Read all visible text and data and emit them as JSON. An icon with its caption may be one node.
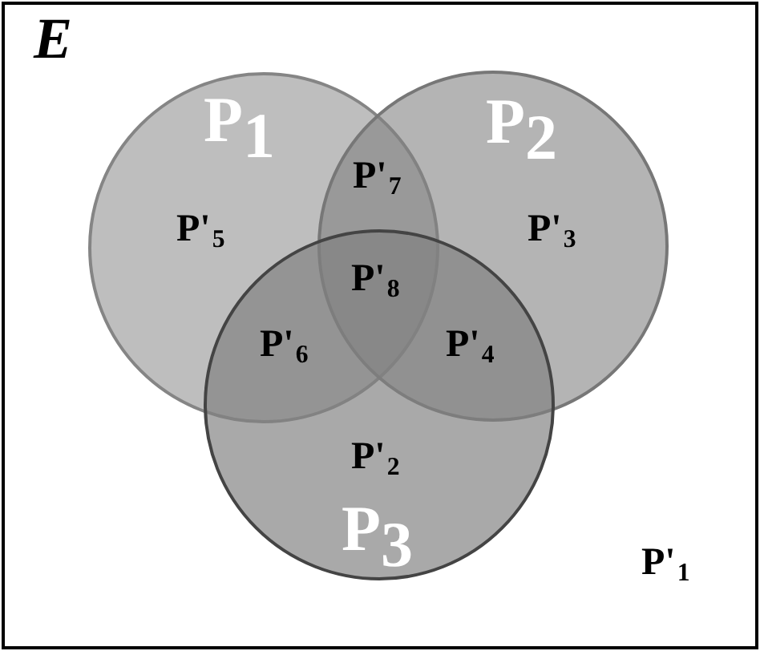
{
  "diagram": {
    "nodes": [
      {
        "text": [
          "E"
        ]
      },
      {
        "text": [
          "P$_{1}$"
        ],
        "in": 0
      },
      {
        "text": [
          "P$_{2}$"
        ],
        "in": 0
      },
      {
        "text": [
          "P$_{3}$"
        ],
        "in": 0
      }
    ],
    "labels": [
      "P'$_{7}$",
      "P'$_{5}$",
      "P'$_{3}$",
      "P'$_{8}$",
      "P'$_{6}$",
      "P'$_{4}$",
      "P'$_{2}$",
      "P'$_{1}$"
    ]
  }
}
